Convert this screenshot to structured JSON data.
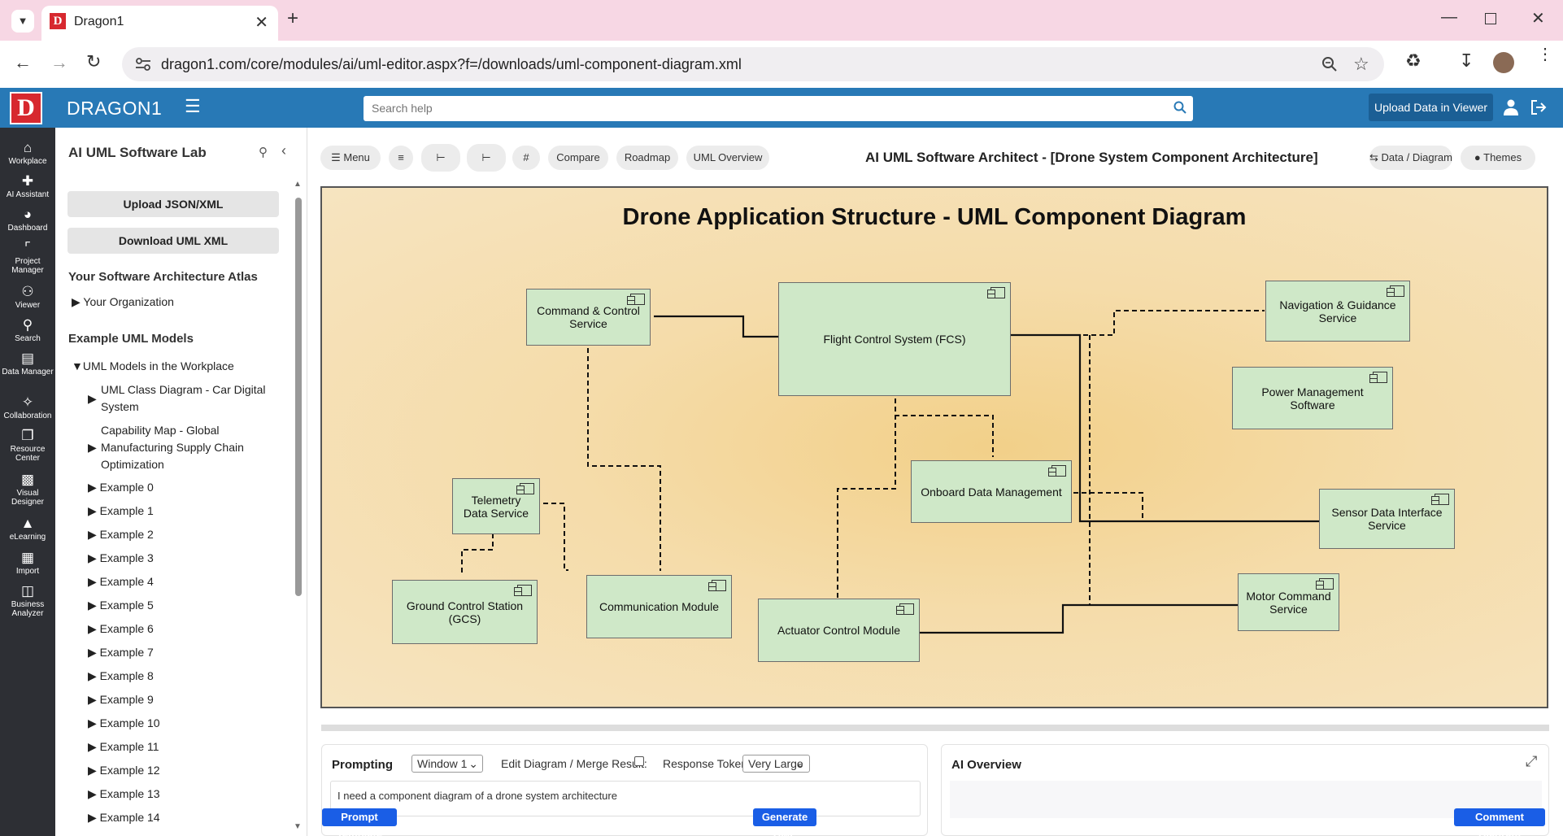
{
  "browser": {
    "tab_title": "Dragon1",
    "tab_favicon": "D",
    "url": "dragon1.com/core/modules/ai/uml-editor.aspx?f=/downloads/uml-component-diagram.xml"
  },
  "header": {
    "logo": "D",
    "brand": "DRAGON1",
    "search_placeholder": "Search help",
    "upload_label": "Upload Data in Viewer"
  },
  "rail": {
    "items": [
      {
        "label": "Workplace",
        "icon": "home-icon"
      },
      {
        "label": "AI Assistant",
        "icon": "add-user-icon"
      },
      {
        "label": "Dashboard",
        "icon": "dashboard-icon"
      },
      {
        "label": "Project Manager",
        "icon": "project-icon"
      },
      {
        "label": "Viewer",
        "icon": "viewer-icon"
      },
      {
        "label": "Search",
        "icon": "search-icon"
      },
      {
        "label": "Data Manager",
        "icon": "data-icon"
      },
      {
        "label": "Collaboration",
        "icon": "puzzle-icon"
      },
      {
        "label": "Resource Center",
        "icon": "copy-icon"
      },
      {
        "label": "Visual Designer",
        "icon": "image-icon"
      },
      {
        "label": "eLearning",
        "icon": "graduation-icon"
      },
      {
        "label": "Import",
        "icon": "grid-icon"
      },
      {
        "label": "Business Analyzer",
        "icon": "analyzer-icon"
      }
    ]
  },
  "sidebar": {
    "title": "AI UML Software Lab",
    "upload_btn": "Upload JSON/XML",
    "download_btn": "Download UML XML",
    "atlas_heading": "Your Software Architecture Atlas",
    "org_item": "Your Organization",
    "examples_heading": "Example UML Models",
    "workplace_item": "UML Models in the Workplace",
    "items": [
      "UML Class Diagram - Car Digital System",
      "Capability Map - Global Manufacturing Supply Chain Optimization",
      "Example 0",
      "Example 1",
      "Example 2",
      "Example 3",
      "Example 4",
      "Example 5",
      "Example 6",
      "Example 7",
      "Example 8",
      "Example 9",
      "Example 10",
      "Example 11",
      "Example 12",
      "Example 13",
      "Example 14"
    ]
  },
  "toolbar": {
    "menu": "Menu",
    "compare": "Compare",
    "roadmap": "Roadmap",
    "uml_overview": "UML Overview",
    "title": "AI UML Software Architect - [Drone System Component Architecture]",
    "data_diagram": "Data / Diagram",
    "themes": "Themes"
  },
  "diagram": {
    "title": "Drone Application Structure - UML Component Diagram",
    "components": {
      "cmd": "Command & Control Service",
      "fcs": "Flight Control System (FCS)",
      "nav": "Navigation & Guidance Service",
      "power": "Power Management Software",
      "telemetry": "Telemetry Data Service",
      "onboard": "Onboard Data Management",
      "sensor": "Sensor Data Interface Service",
      "gcs": "Ground Control Station (GCS)",
      "comm": "Communication Module",
      "actuator": "Actuator Control Module",
      "motor": "Motor Command Service"
    }
  },
  "prompting": {
    "title": "Prompting",
    "window_select": "Window 1",
    "edit_label": "Edit Diagram / Merge Result:",
    "tokens_label": "Response Tokens:",
    "tokens_select": "Very Large",
    "prompt_text": "I need a component diagram of a drone system architecture",
    "template_btn": "Prompt Template",
    "generate_btn": "Generate UML"
  },
  "ai_overview": {
    "title": "AI Overview",
    "comment_btn": "Comment Diagram"
  }
}
